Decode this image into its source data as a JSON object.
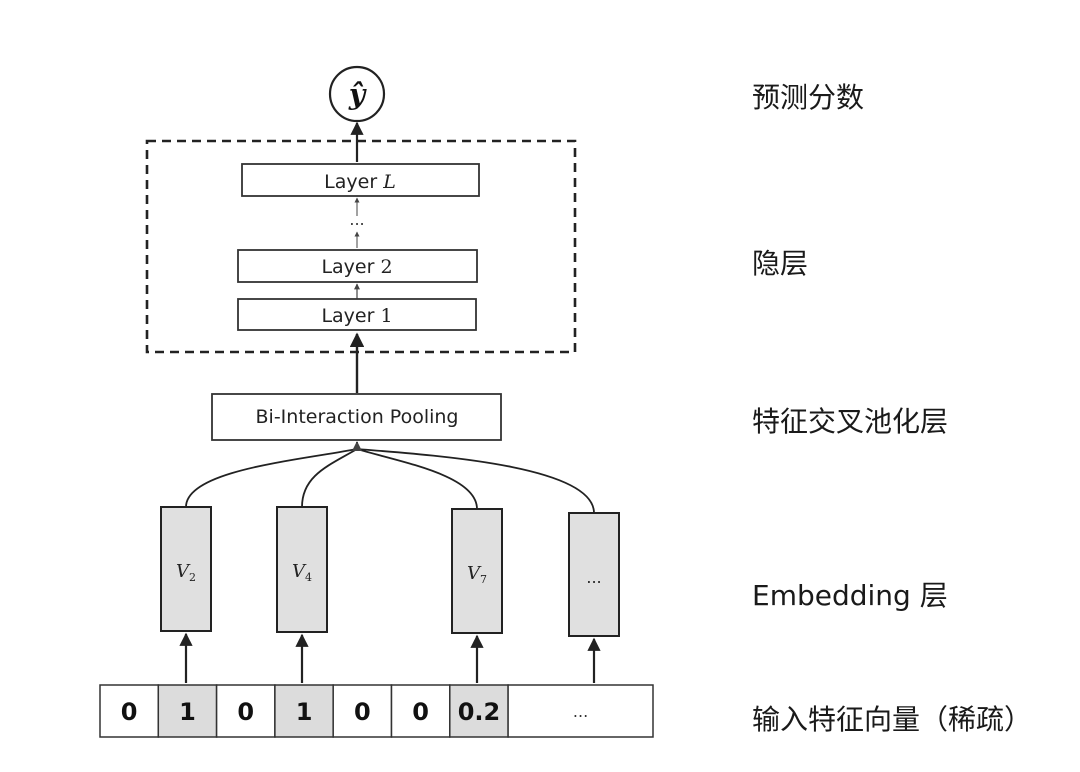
{
  "output": {
    "symbol": "ŷ"
  },
  "hidden_layers": {
    "top": {
      "prefix": "Layer ",
      "suffix": "L"
    },
    "dots": "...",
    "middle": {
      "prefix": "Layer ",
      "suffix": "2"
    },
    "bottom": {
      "prefix": "Layer ",
      "suffix": "1"
    }
  },
  "pooling": {
    "label": "Bi-Interaction Pooling"
  },
  "embeddings": [
    {
      "var": "V",
      "sub": "2"
    },
    {
      "var": "V",
      "sub": "4"
    },
    {
      "var": "V",
      "sub": "7"
    },
    {
      "var": "...",
      "sub": ""
    }
  ],
  "input_vector": {
    "cells": [
      "0",
      "1",
      "0",
      "1",
      "0",
      "0",
      "0.2"
    ],
    "highlighted": [
      false,
      true,
      false,
      true,
      false,
      false,
      true
    ],
    "tail": "..."
  },
  "layer_labels": {
    "prediction": "预测分数",
    "hidden": "隐层",
    "pooling": "特征交叉池化层",
    "embedding": "Embedding 层",
    "input": "输入特征向量（稀疏）"
  }
}
